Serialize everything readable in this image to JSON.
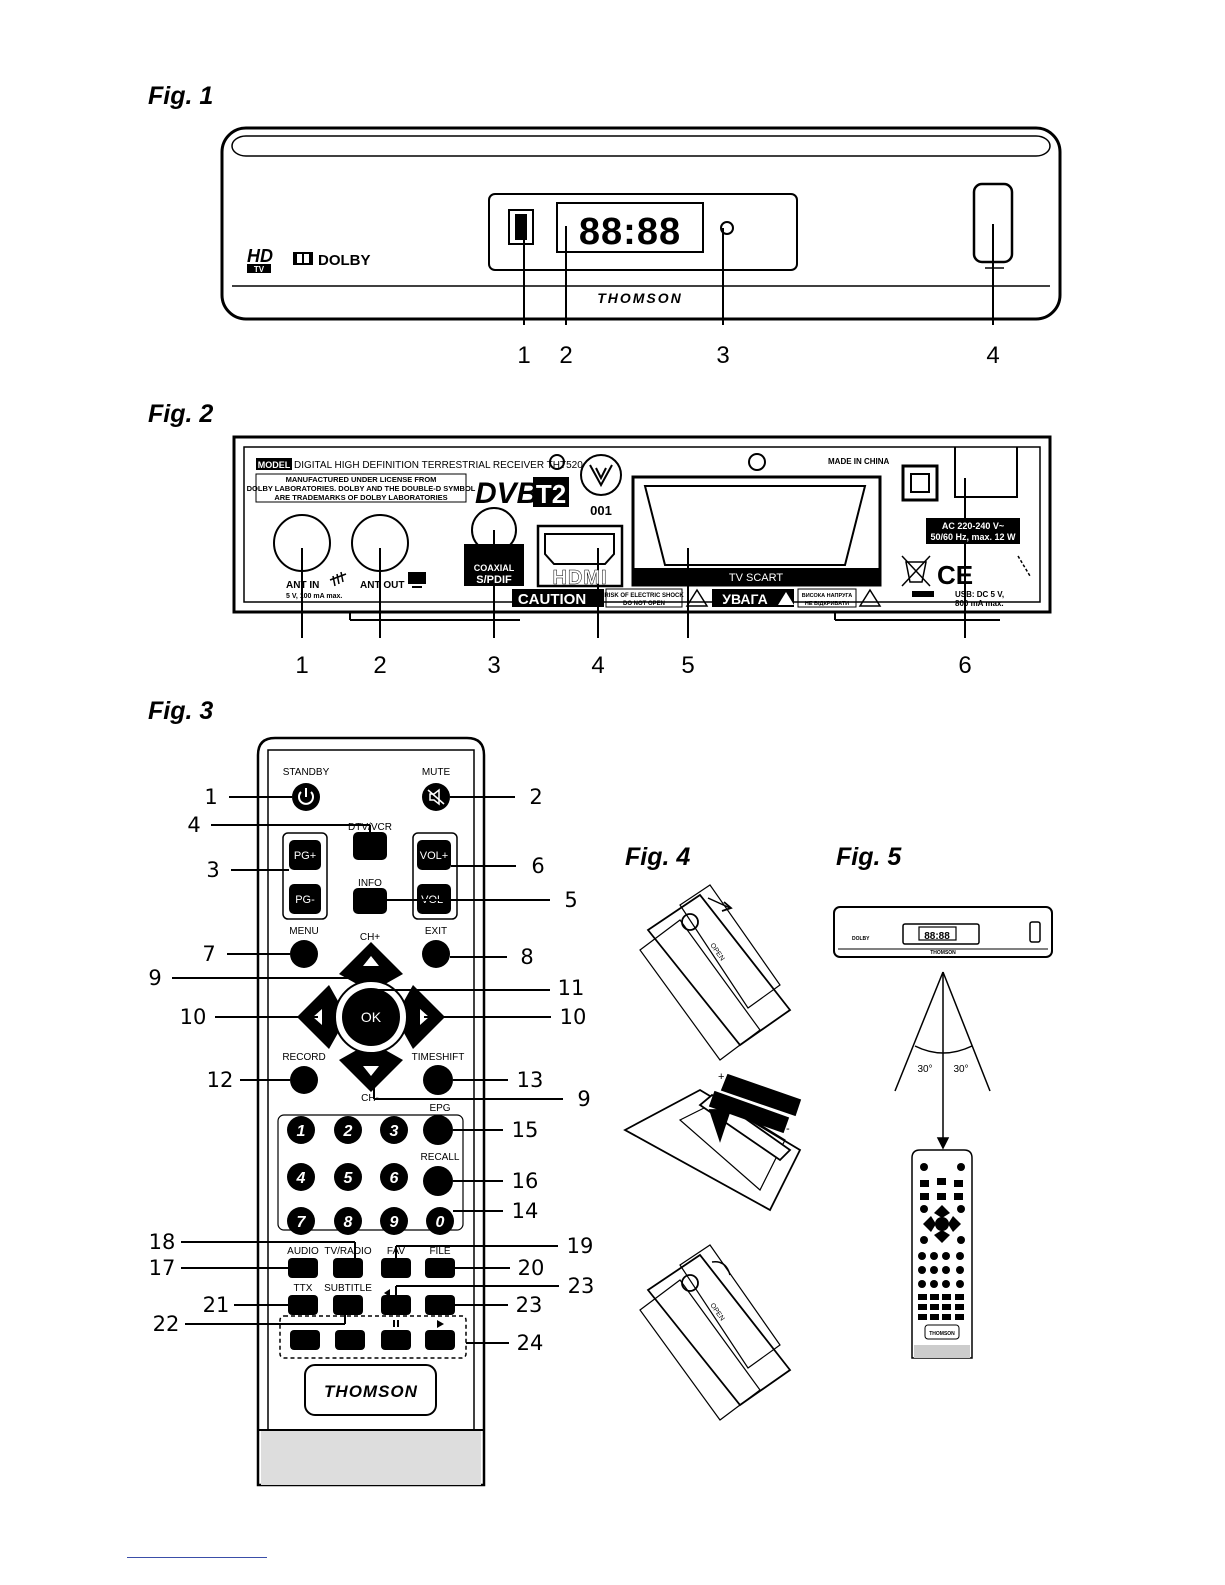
{
  "fig1": {
    "title": "Fig. 1",
    "display": "88:88",
    "brand": "THOMSON",
    "hd_top": "HD",
    "hd_sub": "TV",
    "dolby": "DOLBY",
    "callouts": [
      "1",
      "2",
      "3",
      "4"
    ]
  },
  "fig2": {
    "title": "Fig. 2",
    "model_tag": "MODEL",
    "model_text": "DIGITAL HIGH DEFINITION TERRESTRIAL RECEIVER THT520",
    "license_lines": [
      "MANUFACTURED UNDER LICENSE FROM",
      "DOLBY LABORATORIES. DOLBY AND THE DOUBLE-D SYMBOL",
      "ARE TRADEMARKS OF DOLBY LABORATORIES"
    ],
    "dvb_logo": "DVB",
    "t2_logo": "T2",
    "cert_number": "001",
    "made_in": "MADE IN CHINA",
    "ant_in": "ANT IN",
    "ant_in_spec": "5 V, 100 mA max.",
    "ant_out": "ANT OUT",
    "coaxial": "COAXIAL",
    "spdif": "S/PDIF",
    "hdmi": "HDMI",
    "tv_scart": "TV SCART",
    "caution": "CAUTION",
    "risk_lines": [
      "RISK OF ELECTRIC SHOCK",
      "DO NOT OPEN"
    ],
    "uvaga": "УВАГА",
    "uvaga_lines": [
      "ВИСОКА НАПРУГА",
      "НЕ ВІДКРИВАТИ"
    ],
    "ac_lines": [
      "AC 220-240 V~",
      "50/60 Hz, max. 12 W"
    ],
    "usb_lines": [
      "USB: DC 5 V,",
      "800 mA max."
    ],
    "ce": "CE",
    "callouts": [
      "1",
      "2",
      "3",
      "4",
      "5",
      "6"
    ]
  },
  "fig3": {
    "title": "Fig. 3",
    "labels": {
      "standby": "STANDBY",
      "mute": "MUTE",
      "dtv_vcr": "DTV/VCR",
      "pg_plus": "PG+",
      "pg_minus": "PG-",
      "vol_plus": "VOL+",
      "vol_minus": "VOL-",
      "info": "INFO",
      "menu": "MENU",
      "exit": "EXIT",
      "ch_plus": "CH+",
      "ch_minus": "CH-",
      "ok": "OK",
      "record": "RECORD",
      "timeshift": "TIMESHIFT",
      "epg": "EPG",
      "recall": "RECALL",
      "audio": "AUDIO",
      "tv_radio": "TV/RADIO",
      "fav": "FAV",
      "file": "FILE",
      "ttx": "TTX",
      "subtitle": "SUBTITLE",
      "brand": "THOMSON"
    },
    "digits": [
      "1",
      "2",
      "3",
      "4",
      "5",
      "6",
      "7",
      "8",
      "9",
      "0"
    ],
    "callouts": {
      "c1": "1",
      "c2": "2",
      "c3": "3",
      "c4": "4",
      "c5": "5",
      "c6": "6",
      "c7": "7",
      "c8": "8",
      "c9a": "9",
      "c9b": "9",
      "c10a": "10",
      "c10b": "10",
      "c11": "11",
      "c12": "12",
      "c13": "13",
      "c14": "14",
      "c15": "15",
      "c16": "16",
      "c17": "17",
      "c18": "18",
      "c19": "19",
      "c20": "20",
      "c21": "21",
      "c22": "22",
      "c23a": "23",
      "c23b": "23",
      "c24": "24"
    }
  },
  "fig4": {
    "title": "Fig. 4",
    "open_label": "OPEN",
    "plus": "+",
    "minus": "-"
  },
  "fig5": {
    "title": "Fig. 5",
    "angle_left": "30°",
    "angle_right": "30°",
    "display": "88:88",
    "brand": "THOMSON",
    "dolby": "DOLBY"
  },
  "colors": {
    "ink": "#000000",
    "paper": "#ffffff",
    "footer_link": "#3a4ea8"
  }
}
